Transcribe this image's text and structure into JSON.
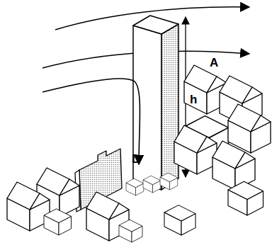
{
  "diagram": {
    "labels": [
      "h",
      "D",
      "A"
    ]
  }
}
